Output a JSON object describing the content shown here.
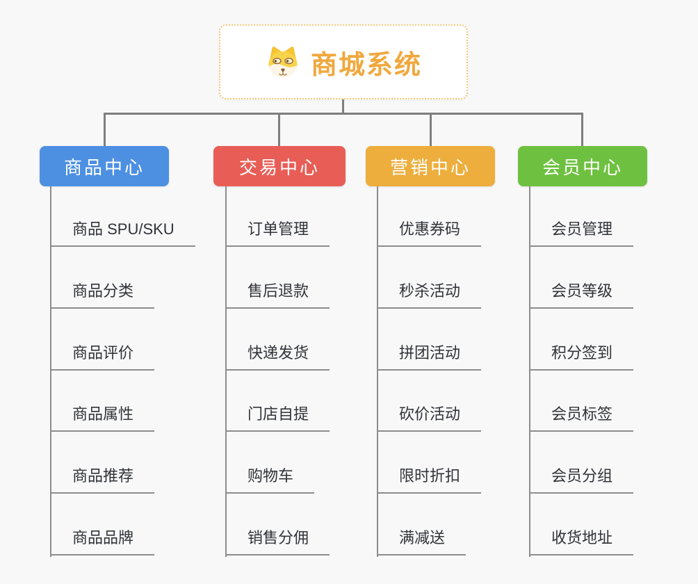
{
  "root": {
    "title": "商城系统",
    "icon": "dog-face-icon"
  },
  "branches": [
    {
      "label": "商品中心",
      "color": "#4D90E2",
      "items": [
        "商品 SPU/SKU",
        "商品分类",
        "商品评价",
        "商品属性",
        "商品推荐",
        "商品品牌"
      ]
    },
    {
      "label": "交易中心",
      "color": "#E85E56",
      "items": [
        "订单管理",
        "售后退款",
        "快递发货",
        "门店自提",
        "购物车",
        "销售分佣"
      ]
    },
    {
      "label": "营销中心",
      "color": "#EDAE3D",
      "items": [
        "优惠券码",
        "秒杀活动",
        "拼团活动",
        "砍价活动",
        "限时折扣",
        "满减送"
      ]
    },
    {
      "label": "会员中心",
      "color": "#6EC140",
      "items": [
        "会员管理",
        "会员等级",
        "积分签到",
        "会员标签",
        "会员分组",
        "收货地址"
      ]
    }
  ],
  "colors": {
    "background": "#F8F8F8",
    "connector": "#7E7E7E",
    "rule": "#8C8C8C",
    "text": "#303338",
    "root_title": "#F0A83E",
    "root_border": "#F4C878"
  }
}
